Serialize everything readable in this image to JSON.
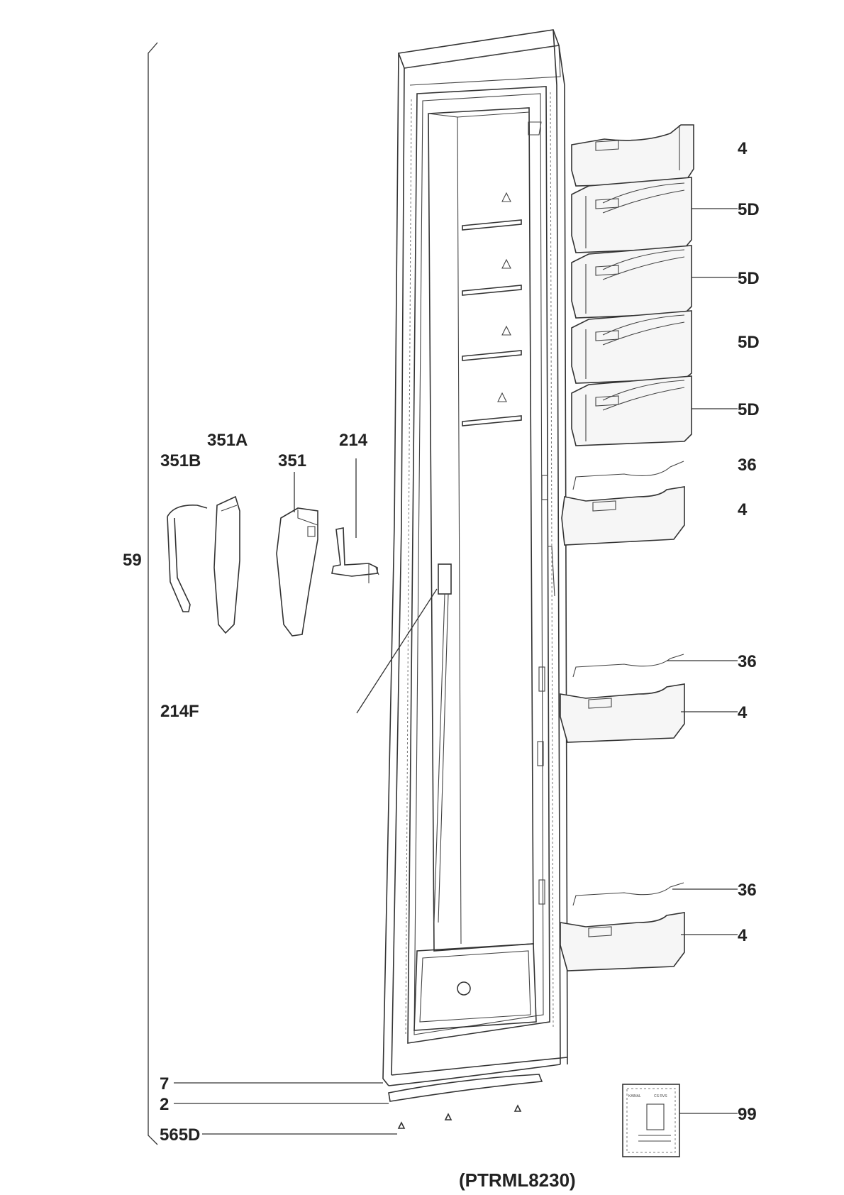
{
  "labels": {
    "l_4_top": "4",
    "l_5d_1": "5D",
    "l_5d_2": "5D",
    "l_5d_3": "5D",
    "l_5d_4": "5D",
    "l_36_1": "36",
    "l_4_2": "4",
    "l_36_2": "36",
    "l_4_3": "4",
    "l_36_3": "36",
    "l_4_4": "4",
    "l_99": "99",
    "l_351a": "351A",
    "l_214": "214",
    "l_351b": "351B",
    "l_351": "351",
    "l_59": "59",
    "l_214f": "214F",
    "l_7": "7",
    "l_2": "2",
    "l_565d": "565D"
  },
  "model_code": "(PTRML8230)",
  "label_sheet_text": {
    "left": "KAINAL",
    "right": "CS RVS"
  }
}
